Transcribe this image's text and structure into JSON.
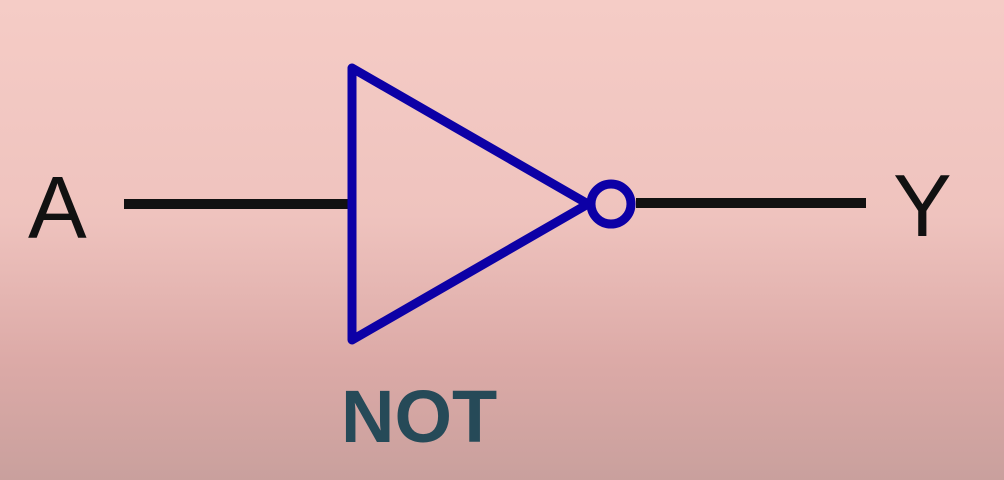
{
  "diagram": {
    "input_label": "A",
    "output_label": "Y",
    "gate_label": "NOT",
    "colors": {
      "gate_stroke": "#0c00a6",
      "wire": "#111111",
      "io_text": "#111111",
      "gate_text": "#264a58"
    }
  }
}
